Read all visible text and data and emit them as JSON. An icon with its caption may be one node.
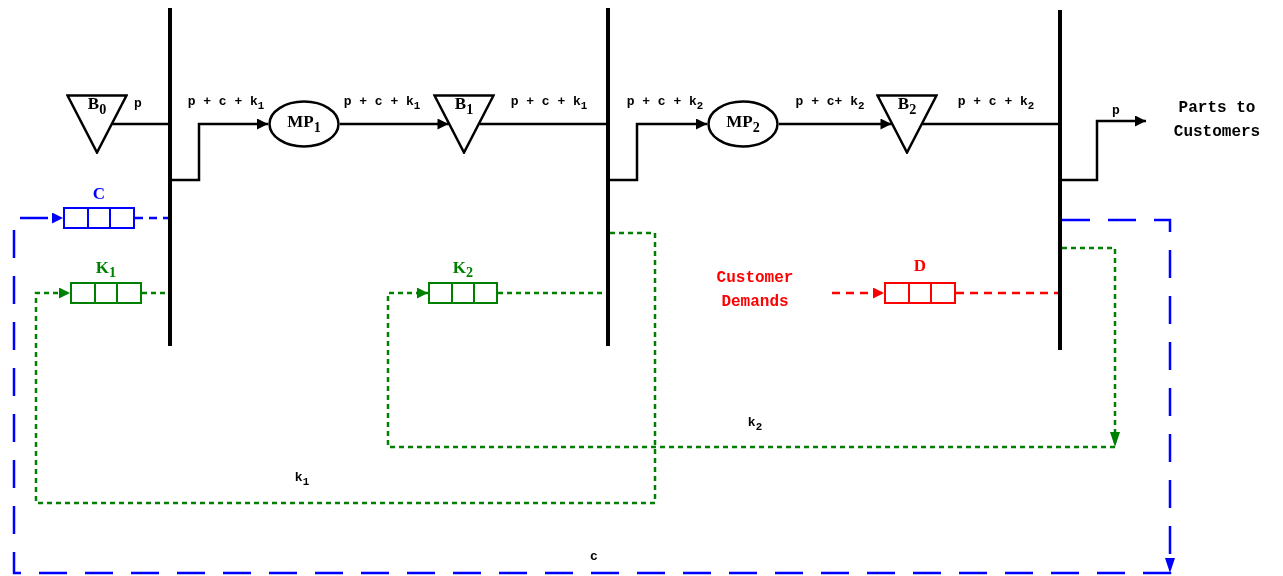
{
  "diagram": {
    "nodes": [
      {
        "text": [
          "B$_{0}$"
        ]
      },
      {
        "text": [],
        "shape": "bar"
      },
      {
        "text": [
          "MP$_{1}$"
        ]
      },
      {
        "text": [
          "B$_{1}$"
        ]
      },
      {
        "text": [],
        "shape": "bar"
      },
      {
        "text": [
          "MP$_{2}$"
        ]
      },
      {
        "text": [
          "B$_{2}$"
        ]
      },
      {
        "text": [],
        "shape": "bar"
      },
      {
        "text": [
          "Parts to Customers"
        ]
      },
      {
        "text": [
          "C"
        ]
      },
      {
        "text": [
          "K$_{1}$"
        ]
      },
      {
        "text": [
          "K$_{2}$"
        ]
      },
      {
        "text": [
          "Customer Demands"
        ]
      },
      {
        "text": [
          "D"
        ]
      }
    ],
    "edges": [
      {
        "from": 0,
        "to": 1,
        "arrow": "none",
        "label": "p"
      },
      {
        "from": 1,
        "to": 2,
        "arrow": "to",
        "label": "p + c + k$_{1}$"
      },
      {
        "from": 2,
        "to": 3,
        "arrow": "to",
        "label": "p + c + k$_{1}$"
      },
      {
        "from": 3,
        "to": 4,
        "arrow": "none",
        "label": "p + c + k$_{1}$"
      },
      {
        "from": 4,
        "to": 5,
        "arrow": "to",
        "label": "p + c + k$_{2}$"
      },
      {
        "from": 5,
        "to": 6,
        "arrow": "to",
        "label": "p + c+ k$_{2}$"
      },
      {
        "from": 6,
        "to": 7,
        "arrow": "none",
        "label": "p + c + k$_{2}$"
      },
      {
        "from": 7,
        "to": 8,
        "arrow": "to",
        "label": "p"
      },
      {
        "from": 9,
        "to": 1,
        "arrow": "none",
        "style": "dashed",
        "color": "#0000ff"
      },
      {
        "from": 10,
        "to": 1,
        "arrow": "none",
        "style": "dashed",
        "color": "#008000"
      },
      {
        "from": 11,
        "to": 4,
        "arrow": "none",
        "style": "dashed",
        "color": "#008000"
      },
      {
        "from": 12,
        "to": 13,
        "arrow": "to",
        "style": "dashed",
        "color": "#ff0000"
      },
      {
        "from": 13,
        "to": 7,
        "arrow": "none",
        "style": "dashed",
        "color": "#ff0000"
      },
      {
        "from": 4,
        "to": 10,
        "arrow": "to",
        "label": "k$_{1}$",
        "style": "dashed",
        "color": "#008000"
      },
      {
        "from": 7,
        "to": 11,
        "arrow": "to",
        "label": "k$_{2}$",
        "style": "dashed",
        "color": "#008000"
      },
      {
        "from": 7,
        "to": 9,
        "arrow": "to",
        "label": "c",
        "style": "dashed",
        "color": "#0000ff"
      }
    ]
  }
}
